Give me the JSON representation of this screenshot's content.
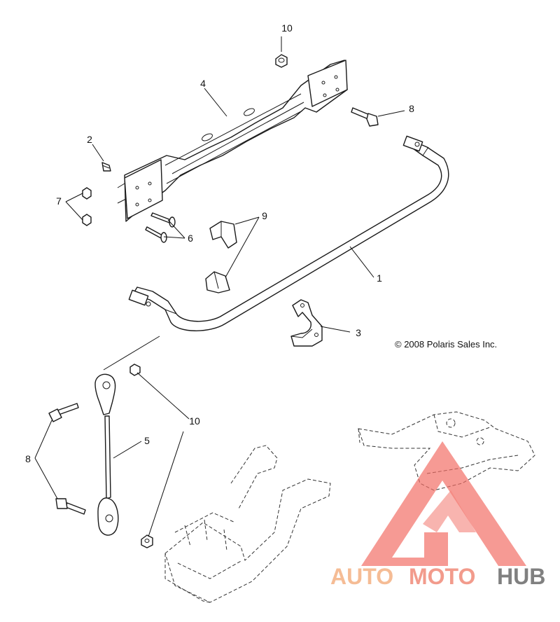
{
  "callouts": {
    "c1": "1",
    "c2": "2",
    "c3": "3",
    "c4": "4",
    "c5": "5",
    "c6": "6",
    "c7": "7",
    "c8_top": "8",
    "c8_left": "8",
    "c9": "9",
    "c10_top": "10",
    "c10_mid": "10"
  },
  "copyright": "© 2008 Polaris Sales Inc.",
  "watermark": {
    "brand": "AUTOMOTOHUB",
    "part1": "AUTO",
    "part2": "MOTO",
    "part3": "HUB",
    "colors": {
      "auto": "#f4b183",
      "moto": "#f08a78",
      "hub": "#6b6b6b",
      "triangle": "#f26b63"
    }
  }
}
